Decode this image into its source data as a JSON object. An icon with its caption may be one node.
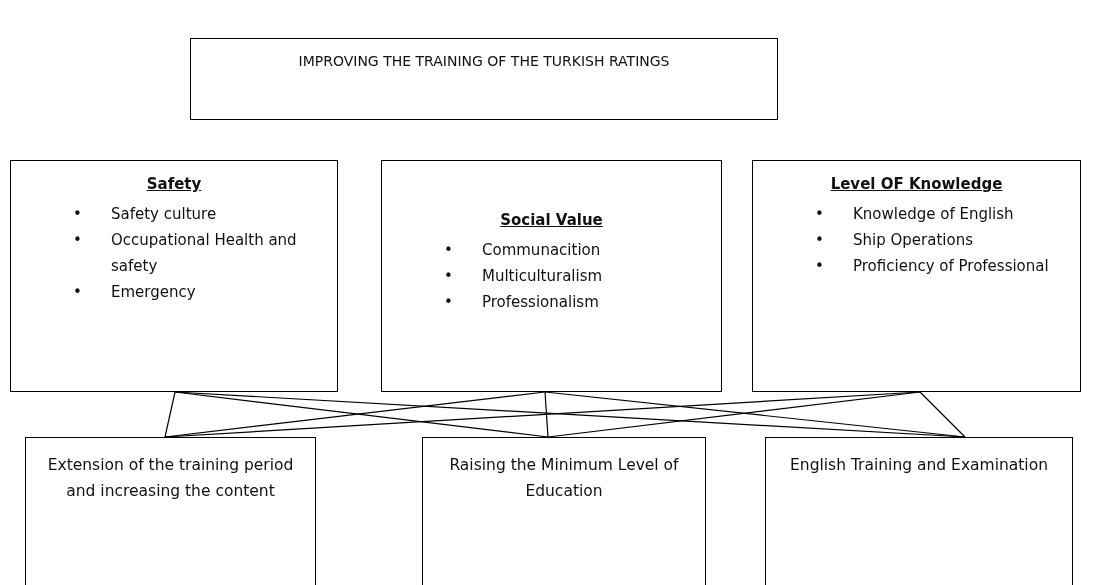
{
  "diagram": {
    "nodes": [
      {
        "text": [
          "IMPROVING THE TRAINING OF THE TURKISH RATINGS"
        ]
      },
      {
        "text": [
          "Safety",
          "• Safety culture",
          "• Occupational Health and safety",
          "• Emergency"
        ]
      },
      {
        "text": [
          "Social Value",
          "• Communacition",
          "• Multiculturalism",
          "• Professionalism"
        ]
      },
      {
        "text": [
          "Level OF Knowledge",
          "• Knowledge of English",
          "• Ship Operations",
          "• Proficiency of Professional"
        ]
      },
      {
        "text": [
          "Extension of the training period and increasing the content"
        ]
      },
      {
        "text": [
          "Raising the Minimum Level of Education"
        ]
      },
      {
        "text": [
          "English Training and Examination"
        ]
      }
    ],
    "edges": [
      {
        "from": 1,
        "to": 4,
        "arrow": "none"
      },
      {
        "from": 1,
        "to": 5,
        "arrow": "none"
      },
      {
        "from": 1,
        "to": 6,
        "arrow": "none"
      },
      {
        "from": 2,
        "to": 4,
        "arrow": "none"
      },
      {
        "from": 2,
        "to": 5,
        "arrow": "none"
      },
      {
        "from": 2,
        "to": 6,
        "arrow": "none"
      },
      {
        "from": 3,
        "to": 4,
        "arrow": "none"
      },
      {
        "from": 3,
        "to": 5,
        "arrow": "none"
      },
      {
        "from": 3,
        "to": 6,
        "arrow": "none"
      }
    ]
  }
}
